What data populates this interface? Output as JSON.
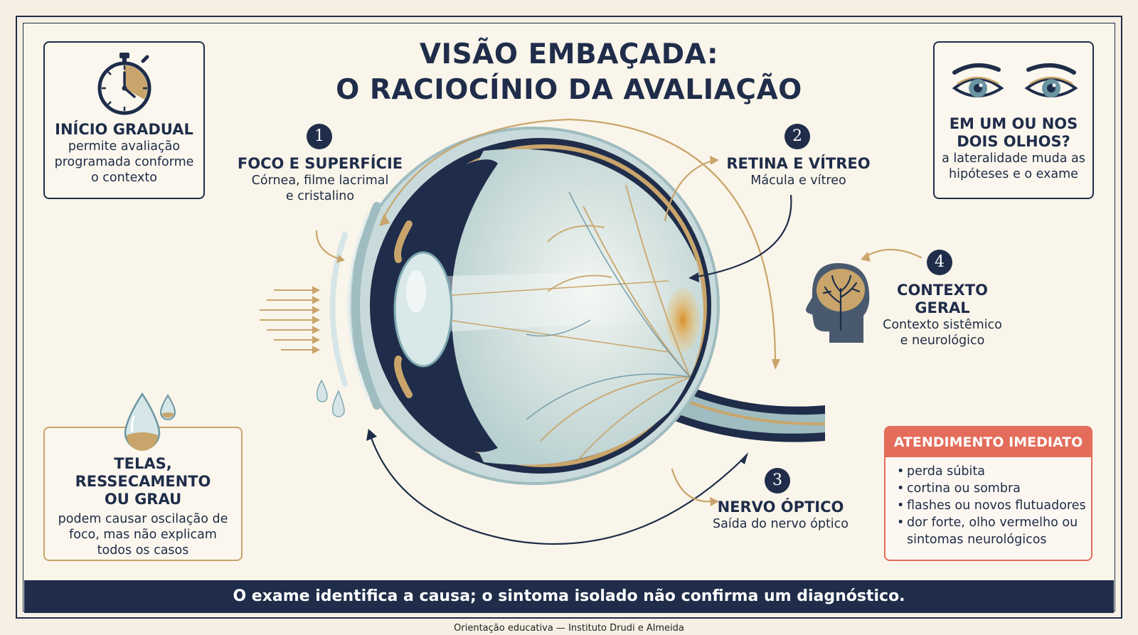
{
  "title": {
    "line1": "VISÃO EMBAÇADA:",
    "line2": "O RACIOCÍNIO DA AVALIAÇÃO"
  },
  "boxes": {
    "onset": {
      "heading": "INÍCIO GRADUAL",
      "lines": [
        "permite avaliação",
        "programada conforme",
        "o contexto"
      ],
      "icon": "stopwatch-icon"
    },
    "eyes": {
      "heading_lines": [
        "EM UM OU NOS",
        "DOIS OLHOS?"
      ],
      "lines": [
        "a lateralidade muda as",
        "hipóteses e o exame"
      ],
      "icon": "eyes-icon"
    },
    "screens": {
      "heading_lines": [
        "TELAS, RESSECAMENTO",
        "OU GRAU"
      ],
      "lines": [
        "podem causar oscilação de",
        "foco, mas não explicam",
        "todos os casos"
      ],
      "icon": "tear-drop-icon"
    }
  },
  "steps": [
    {
      "number": "1",
      "heading": "FOCO E SUPERFÍCIE",
      "lines": [
        "Córnea, filme lacrimal",
        "e cristalino"
      ]
    },
    {
      "number": "2",
      "heading": "RETINA E VÍTREO",
      "lines": [
        "Mácula e vítreo"
      ]
    },
    {
      "number": "3",
      "heading": "NERVO ÓPTICO",
      "lines": [
        "Saída do nervo óptico"
      ]
    },
    {
      "number": "4",
      "heading_lines": [
        "CONTEXTO",
        "GERAL"
      ],
      "lines": [
        "Contexto sistêmico",
        "e neurológico"
      ]
    }
  ],
  "urgent": {
    "heading": "ATENDIMENTO IMEDIATO",
    "items": [
      "perda súbita",
      "cortina ou sombra",
      "flashes ou novos flutuadores",
      "dor forte, olho vermelho ou",
      "sintomas neurológicos"
    ]
  },
  "banner": "O exame identifica a causa; o sintoma isolado não confirma um diagnóstico.",
  "footer": "Orientação educativa — Instituto Drudi e Almeida",
  "colors": {
    "navy": "#1f2d4a",
    "gold": "#c9a56b",
    "alert": "#e36c5b",
    "paper": "#faf5ea"
  }
}
